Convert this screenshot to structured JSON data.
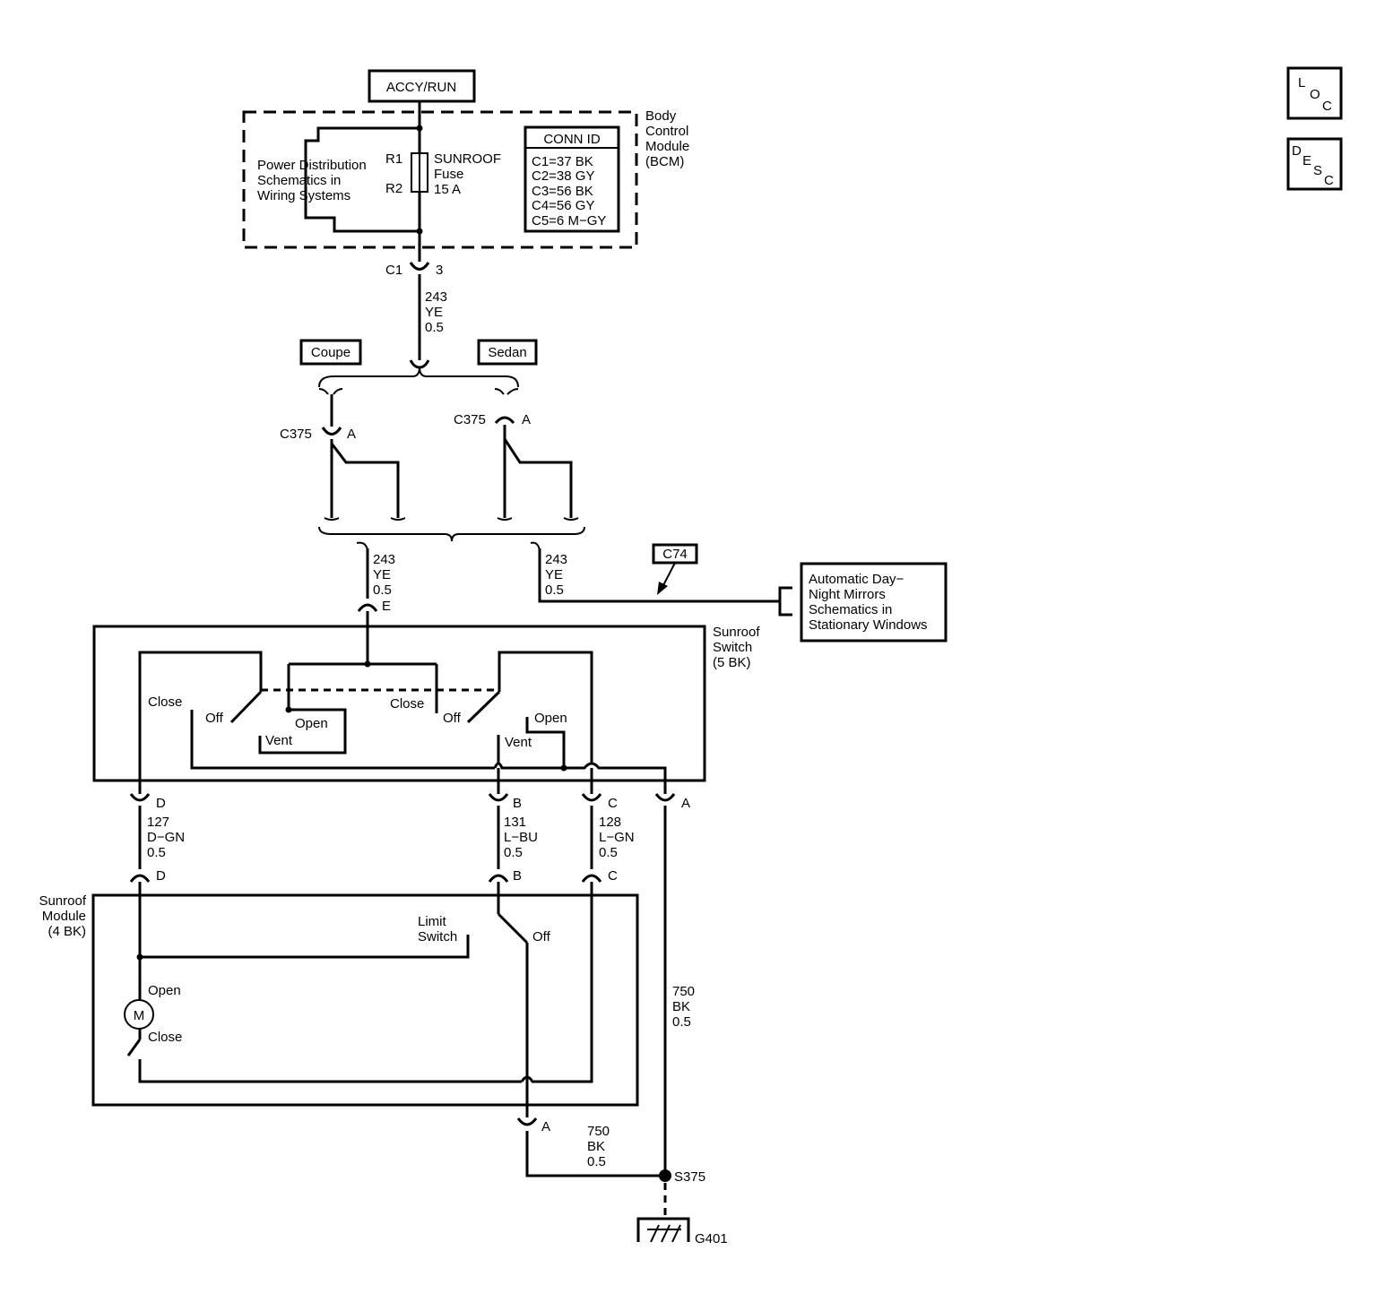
{
  "power": {
    "label": "ACCY/RUN"
  },
  "bcm": {
    "title_line1": "Body",
    "title_line2": "Control",
    "title_line3": "Module",
    "title_line4": "(BCM)",
    "pds_line1": "Power Distribution",
    "pds_line2": "Schematics in",
    "pds_line3": "Wiring Systems",
    "fuse_r1": "R1",
    "fuse_r2": "R2",
    "fuse_line1": "SUNROOF",
    "fuse_line2": "Fuse",
    "fuse_line3": "15 A",
    "conn_id_title": "CONN ID",
    "conn_ids": [
      "C1=37 BK",
      "C2=38 GY",
      "C3=56 BK",
      "C4=56 GY",
      "C5=6 M−GY"
    ],
    "conn": "C1",
    "pin": "3"
  },
  "wires": {
    "w1": {
      "circuit": "243",
      "color": "YE",
      "size": "0.5"
    },
    "w2": {
      "circuit": "243",
      "color": "YE",
      "size": "0.5"
    },
    "w3": {
      "circuit": "243",
      "color": "YE",
      "size": "0.5"
    },
    "w_d": {
      "circuit": "127",
      "color": "D−GN",
      "size": "0.5"
    },
    "w_b": {
      "circuit": "131",
      "color": "L−BU",
      "size": "0.5"
    },
    "w_c": {
      "circuit": "128",
      "color": "L−GN",
      "size": "0.5"
    },
    "w_gnd": {
      "circuit": "750",
      "color": "BK",
      "size": "0.5"
    },
    "w_gnd2": {
      "circuit": "750",
      "color": "BK",
      "size": "0.5"
    }
  },
  "options": {
    "coupe": "Coupe",
    "sedan": "Sedan"
  },
  "c375_left": {
    "conn": "C375",
    "pin": "A"
  },
  "c375_right": {
    "conn": "C375",
    "pin": "A"
  },
  "c74": "C74",
  "mirrors": {
    "line1": "Automatic Day−",
    "line2": "Night Mirrors",
    "line3": "Schematics in",
    "line4": "Stationary Windows"
  },
  "switch": {
    "title_line1": "Sunroof",
    "title_line2": "Switch",
    "title_line3": "(5 BK)",
    "pin_e": "E",
    "pin_d": "D",
    "pin_b": "B",
    "pin_c": "C",
    "pin_a": "A",
    "close_left": "Close",
    "off_left": "Off",
    "open_left": "Open",
    "vent_left": "Vent",
    "close_right": "Close",
    "off_right": "Off",
    "open_right": "Open",
    "vent_right": "Vent"
  },
  "module": {
    "title_line1": "Sunroof",
    "title_line2": "Module",
    "title_line3": "(4 BK)",
    "pin_d": "D",
    "pin_b": "B",
    "pin_c": "C",
    "pin_a": "A",
    "limit_line1": "Limit",
    "limit_line2": "Switch",
    "off": "Off",
    "open": "Open",
    "close": "Close",
    "motor": "M"
  },
  "splice": "S375",
  "ground": "G401",
  "icons": {
    "loc": [
      "L",
      "O",
      "C"
    ],
    "desc": [
      "D",
      "E",
      "S",
      "C"
    ]
  }
}
